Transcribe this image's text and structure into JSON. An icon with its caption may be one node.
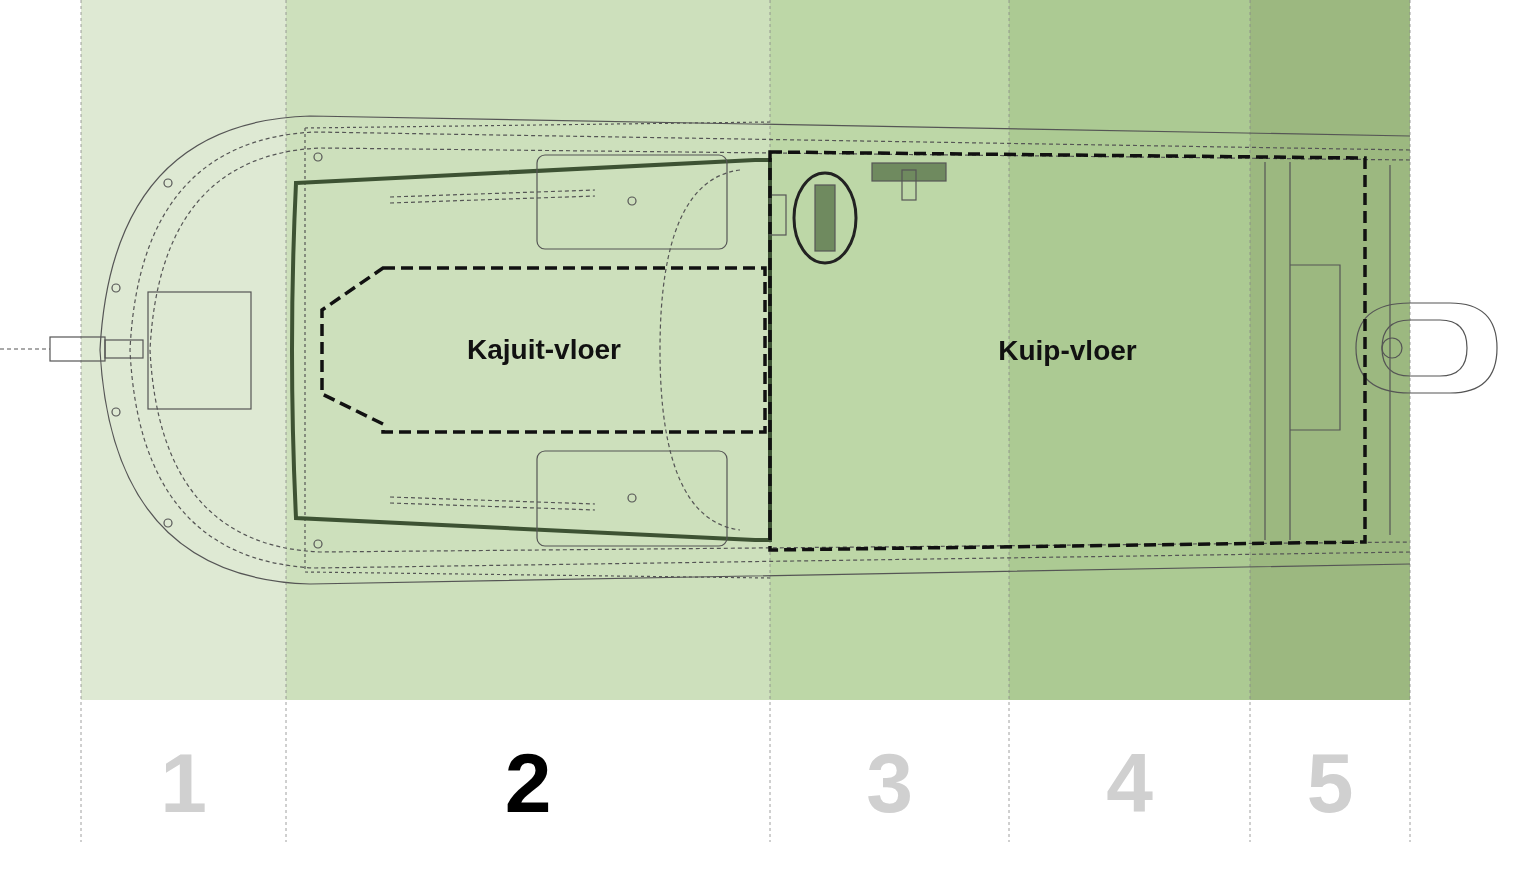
{
  "diagram": {
    "nodes": [
      {
        "text": [
          "Kajuit-vloer"
        ]
      },
      {
        "text": [
          "Kuip-vloer"
        ]
      }
    ],
    "labels": [
      "1",
      "2",
      "3",
      "4",
      "5"
    ]
  }
}
